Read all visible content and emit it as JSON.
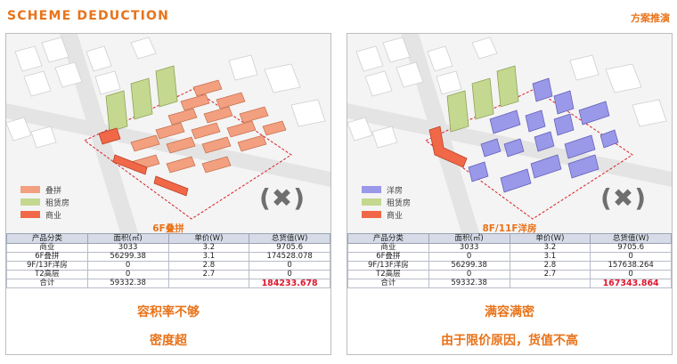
{
  "header": {
    "title": "SCHEME DEDUCTION",
    "subtitle": "方案推演"
  },
  "colors": {
    "accent": "#e8731a",
    "highlight": "#e0182f",
    "diejia": "#f2a07f",
    "rental": "#c5d88f",
    "commercial": "#f06848",
    "yangfang": "#9a98e8"
  },
  "table_headers": [
    "产品分类",
    "面积(㎡)",
    "单价(W)",
    "总货值(W)"
  ],
  "left": {
    "scheme_name": "6F叠拼",
    "legend": [
      {
        "label": "叠拼",
        "color": "#f2a07f"
      },
      {
        "label": "租赁房",
        "color": "#c5d88f"
      },
      {
        "label": "商业",
        "color": "#f06848"
      }
    ],
    "mark": "(✖)",
    "rows": [
      [
        "商业",
        "3033",
        "3.2",
        "9705.6"
      ],
      [
        "6F叠拼",
        "56299.38",
        "3.1",
        "174528.078"
      ],
      [
        "9F/13F洋房",
        "0",
        "2.8",
        "0"
      ],
      [
        "T2高层",
        "0",
        "2.7",
        "0"
      ]
    ],
    "total": [
      "合计",
      "59332.38",
      "",
      "184233.678"
    ],
    "conclusion1": "容积率不够",
    "conclusion2": "密度超"
  },
  "right": {
    "scheme_name": "8F/11F洋房",
    "legend": [
      {
        "label": "洋房",
        "color": "#9a98e8"
      },
      {
        "label": "租赁房",
        "color": "#c5d88f"
      },
      {
        "label": "商业",
        "color": "#f06848"
      }
    ],
    "mark": "(✖)",
    "rows": [
      [
        "商业",
        "3033",
        "3.2",
        "9705.6"
      ],
      [
        "6F叠拼",
        "0",
        "3.1",
        "0"
      ],
      [
        "9F/13F洋房",
        "56299.38",
        "2.8",
        "157638.264"
      ],
      [
        "T2高层",
        "0",
        "2.7",
        "0"
      ]
    ],
    "total": [
      "合计",
      "59332.38",
      "",
      "167343.864"
    ],
    "conclusion1": "满容满密",
    "conclusion2": "由于限价原因，货值不高"
  }
}
